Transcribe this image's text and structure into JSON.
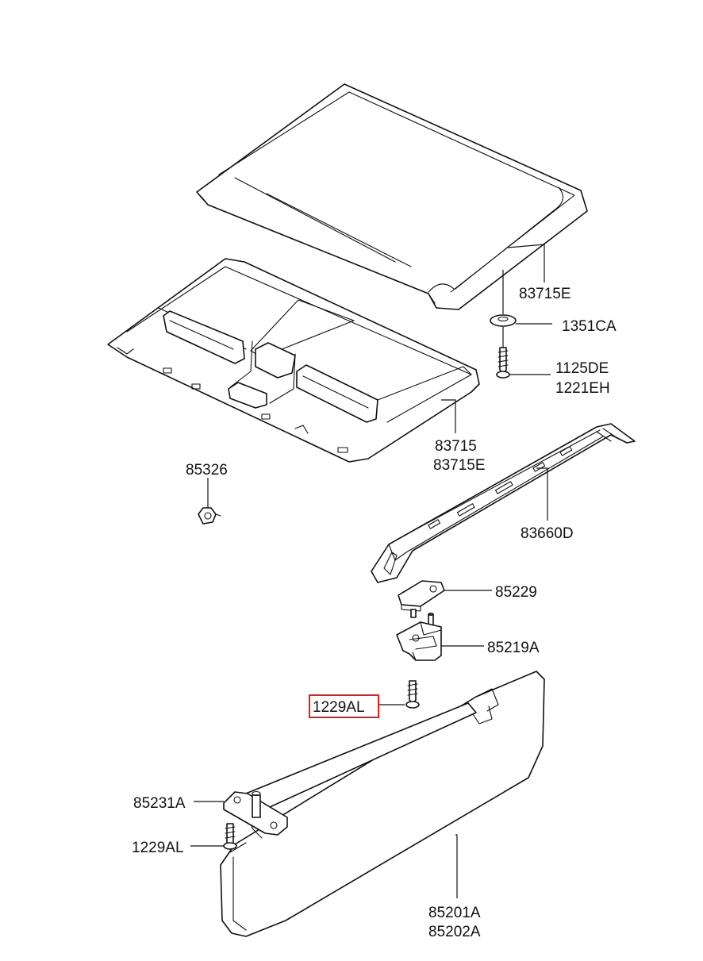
{
  "diagram": {
    "highlight_color": "#e02020",
    "line_color": "#111111",
    "background": "#ffffff",
    "callouts": {
      "roof_pad": "83715E",
      "washer": "1351CA",
      "screw_a": "1125DE",
      "screw_b": "1221EH",
      "headliner_a": "83715",
      "headliner_b": "83715E",
      "clip": "85326",
      "rail": "83660D",
      "cover": "85229",
      "retainer": "85219A",
      "screw_highlighted": "1229AL",
      "holder": "85231A",
      "screw_lower": "1229AL",
      "visor_a": "85201A",
      "visor_b": "85202A"
    }
  }
}
